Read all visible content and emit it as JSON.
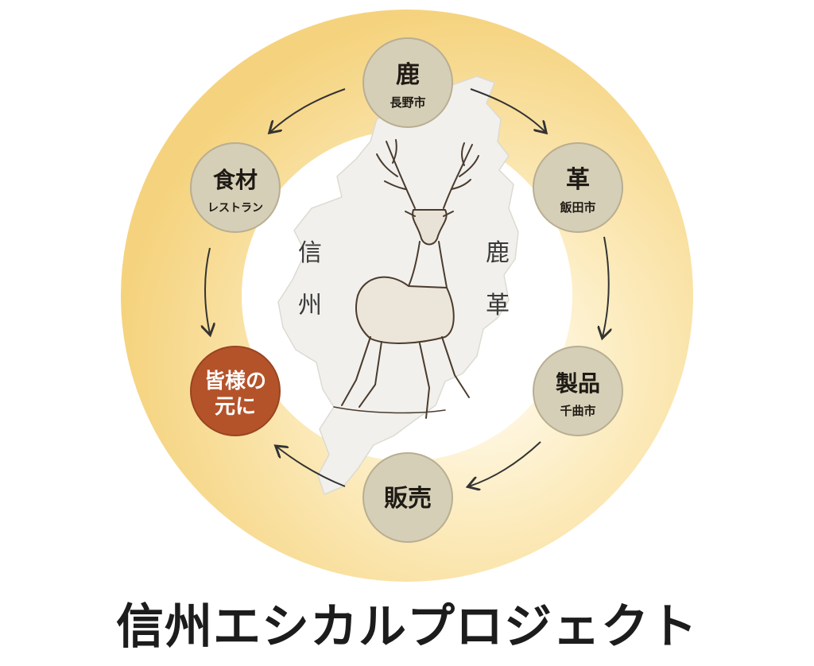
{
  "colors": {
    "ring_outer": "#f6d98a",
    "ring_inner_fade": "#fff8e4",
    "node_fill": "#d6cfb7",
    "node_stroke": "#b8ae92",
    "highlight_fill": "#b4532a",
    "map_fill": "#f1f0ec",
    "arrow": "#333333"
  },
  "nodes": {
    "deer": {
      "title": "鹿",
      "sub": "長野市"
    },
    "leather": {
      "title": "革",
      "sub": "飯田市"
    },
    "product": {
      "title": "製品",
      "sub": "千曲市"
    },
    "sales": {
      "title": "販売"
    },
    "customer": {
      "line1": "皆様の",
      "line2": "元に"
    },
    "food": {
      "title": "食材",
      "sub": "レストラン"
    }
  },
  "center": {
    "left_vertical": [
      "信",
      "州"
    ],
    "right_vertical": [
      "鹿",
      "革"
    ],
    "illustration": "deer-illustration"
  },
  "caption": "信州エシカルプロジェクト"
}
